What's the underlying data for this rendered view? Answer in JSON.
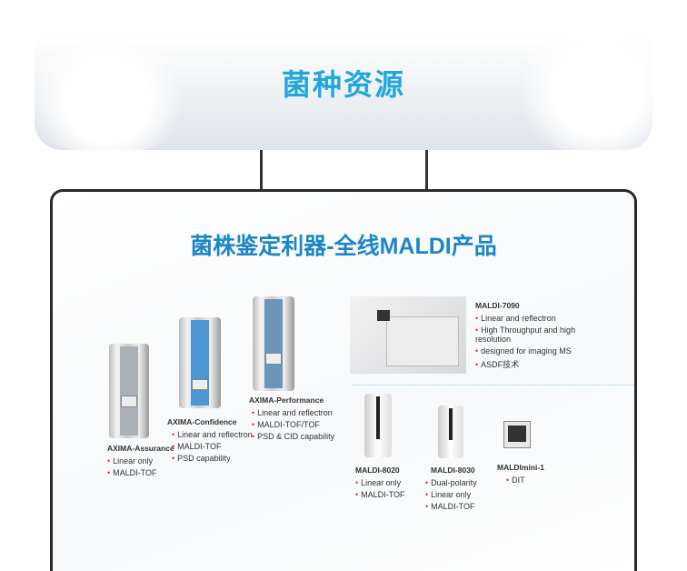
{
  "banner": {
    "title": "菌种资源"
  },
  "panel": {
    "heading": "菌株鉴定利器-全线MALDI产品"
  },
  "products": [
    {
      "name": "AXIMA-Assurance",
      "features": [
        "Linear only",
        "MALDI-TOF"
      ]
    },
    {
      "name": "AXIMA-Confidence",
      "features": [
        "Linear and reflectron",
        "MALDI-TOF",
        "PSD capability"
      ]
    },
    {
      "name": "AXIMA-Performance",
      "features": [
        "Linear and reflectron",
        "MALDI-TOF/TOF",
        "PSD & CID capability"
      ]
    },
    {
      "name": "MALDI-7090",
      "features": [
        "Linear and reflectron",
        "High Throughput and high resolution",
        "designed for imaging MS",
        "ASDF技术"
      ]
    },
    {
      "name": "MALDI-8020",
      "features": [
        "Linear only",
        "MALDI-TOF"
      ]
    },
    {
      "name": "MALDI-8030",
      "features": [
        "Dual-polarity",
        "Linear only",
        "MALDI-TOF"
      ]
    },
    {
      "name": "MALDImini-1",
      "features": [
        "DIT"
      ]
    }
  ],
  "colors": {
    "banner_title": "#21a6dd",
    "heading": "#1c86c9",
    "bullet": "#dd3333"
  }
}
